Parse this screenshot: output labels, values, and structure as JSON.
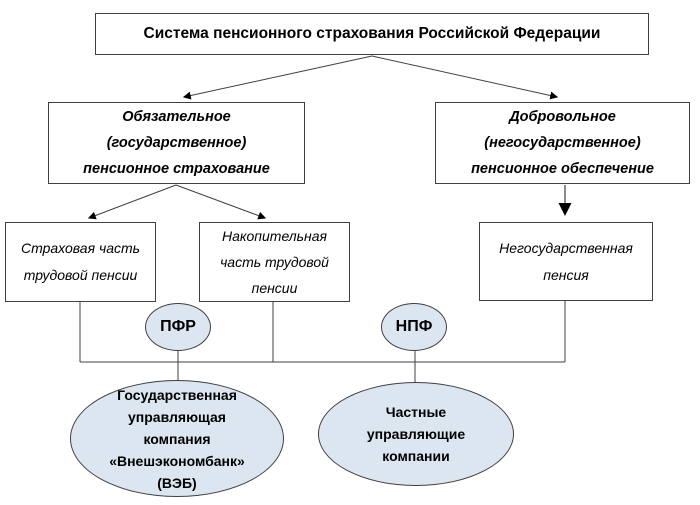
{
  "diagram": {
    "title": "Система пенсионного страхования Российской Федерации",
    "nodes": {
      "mandatory": "Обязательное\n(государственное)\nпенсионное страхование",
      "voluntary": "Добровольное\n(негосударственное)\nпенсионное обеспечение",
      "insurance_part": "Страховая часть\nтрудовой пенсии",
      "funded_part": "Накопительная\nчасть трудовой\nпенсии",
      "non_state_pension": "Негосударственная\nпенсия",
      "pfr": "ПФР",
      "npf": "НПФ",
      "veb": "Государственная\nуправляющая\nкомпания\n«Внешэкономбанк»\n(ВЭБ)",
      "private_companies": "Частные\nуправляющие\nкомпании"
    },
    "colors": {
      "background": "#ffffff",
      "box_fill": "#ffffff",
      "ellipse_fill": "#dce6f1",
      "border": "#404040",
      "line": "#404040",
      "arrowhead": "#000000",
      "text": "#000000"
    }
  }
}
